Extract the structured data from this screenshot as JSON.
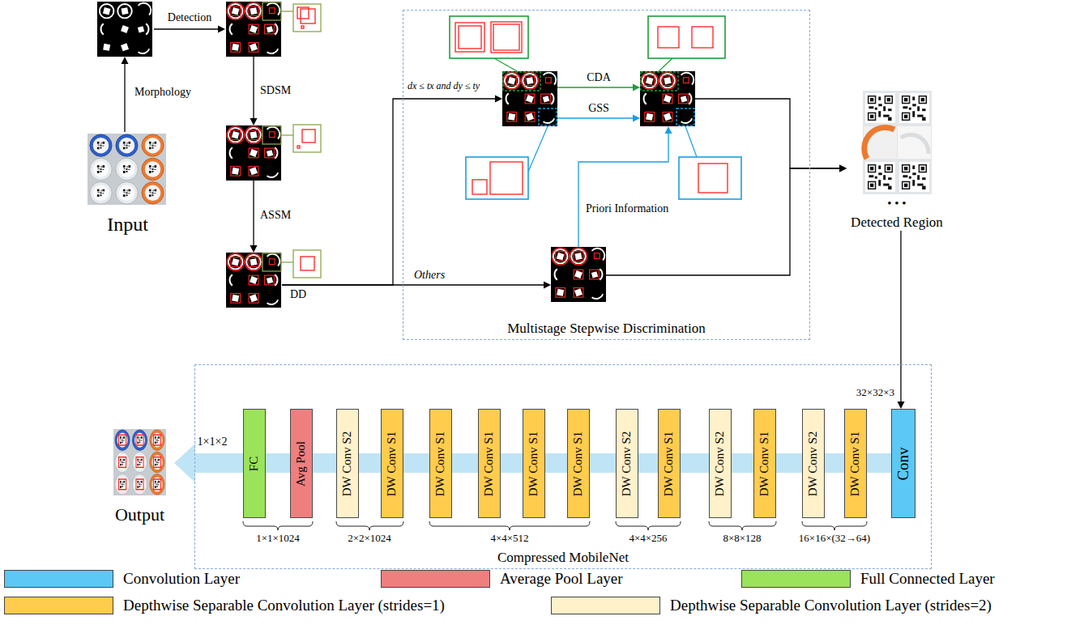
{
  "diagram": {
    "nodes": [
      {
        "text": [
          "Input"
        ]
      },
      {
        "text": []
      },
      {
        "text": []
      },
      {
        "text": []
      },
      {
        "text": []
      },
      {
        "text": [
          "Multistage Stepwise Discrimination"
        ]
      },
      {
        "text": [],
        "in": 5
      },
      {
        "text": [],
        "in": 5
      },
      {
        "text": [],
        "in": 5
      },
      {
        "text": [
          "Detected Region"
        ]
      },
      {
        "text": [
          "Compressed MobileNet"
        ]
      },
      {
        "text": [
          "Conv"
        ],
        "in": 10
      },
      {
        "text": [
          "DW Conv S1"
        ],
        "in": 10
      },
      {
        "text": [
          "DW Conv S2"
        ],
        "in": 10
      },
      {
        "text": [
          "DW Conv S1"
        ],
        "in": 10
      },
      {
        "text": [
          "DW Conv S2"
        ],
        "in": 10
      },
      {
        "text": [
          "DW Conv S1"
        ],
        "in": 10
      },
      {
        "text": [
          "DW Conv S2"
        ],
        "in": 10
      },
      {
        "text": [
          "DW Conv S1"
        ],
        "in": 10
      },
      {
        "text": [
          "DW Conv S1"
        ],
        "in": 10
      },
      {
        "text": [
          "DW Conv S1"
        ],
        "in": 10
      },
      {
        "text": [
          "DW Conv S1"
        ],
        "in": 10
      },
      {
        "text": [
          "DW Conv S1"
        ],
        "in": 10
      },
      {
        "text": [
          "DW Conv S2"
        ],
        "in": 10
      },
      {
        "text": [
          "Avg Pool"
        ],
        "in": 10
      },
      {
        "text": [
          "FC"
        ],
        "in": 10
      },
      {
        "text": [
          "Output"
        ]
      }
    ],
    "edges": [
      {
        "from": 0,
        "to": 1,
        "label": "Morphology",
        "arrow": "to"
      },
      {
        "from": 1,
        "to": 2,
        "label": "Detection",
        "arrow": "to"
      },
      {
        "from": 2,
        "to": 3,
        "label": "SDSM",
        "arrow": "to"
      },
      {
        "from": 3,
        "to": 4,
        "label": "ASSM",
        "arrow": "to"
      },
      {
        "from": 4,
        "to": 6,
        "label": "dx ≤ tx and dy ≤ ty",
        "arrow": "to"
      },
      {
        "from": 4,
        "to": 8,
        "label": "Others",
        "arrow": "to"
      },
      {
        "from": 6,
        "to": 7,
        "label": "CDA",
        "arrow": "to"
      },
      {
        "from": 6,
        "to": 7,
        "label": "GSS",
        "arrow": "to"
      },
      {
        "from": 8,
        "to": 7,
        "label": "Priori Information",
        "arrow": "to"
      },
      {
        "from": 7,
        "to": 9,
        "arrow": "to"
      },
      {
        "from": 8,
        "to": 9,
        "arrow": "to"
      },
      {
        "from": 9,
        "to": 11,
        "arrow": "to"
      },
      {
        "from": 11,
        "to": 12,
        "arrow": "none"
      },
      {
        "from": 12,
        "to": 13,
        "arrow": "none"
      },
      {
        "from": 13,
        "to": 14,
        "arrow": "none"
      },
      {
        "from": 14,
        "to": 15,
        "arrow": "none"
      },
      {
        "from": 15,
        "to": 16,
        "arrow": "none"
      },
      {
        "from": 16,
        "to": 17,
        "arrow": "none"
      },
      {
        "from": 17,
        "to": 18,
        "arrow": "none"
      },
      {
        "from": 18,
        "to": 19,
        "arrow": "none"
      },
      {
        "from": 19,
        "to": 20,
        "arrow": "none"
      },
      {
        "from": 20,
        "to": 21,
        "arrow": "none"
      },
      {
        "from": 21,
        "to": 22,
        "arrow": "none"
      },
      {
        "from": 22,
        "to": 23,
        "arrow": "none"
      },
      {
        "from": 23,
        "to": 24,
        "arrow": "none"
      },
      {
        "from": 24,
        "to": 25,
        "arrow": "none"
      },
      {
        "from": 25,
        "to": 26,
        "arrow": "to"
      }
    ],
    "labels": [
      "DD",
      "• • •",
      "32×32×3",
      "1×1×2",
      "1×1×1024",
      "2×2×1024",
      "4×4×512",
      "4×4×256",
      "8×8×128",
      "16×16×(32→64)"
    ],
    "legend": [
      {
        "text": "Convolution Layer",
        "color": "#5bc8f5"
      },
      {
        "text": "Average Pool Layer",
        "color": "#ef7f7f"
      },
      {
        "text": "Full Connected Layer",
        "color": "#9be35a"
      },
      {
        "text": "Depthwise Separable Convolution Layer (strides=1)",
        "color": "#ffcc4d"
      },
      {
        "text": "Depthwise Separable Convolution Layer (strides=2)",
        "color": "#fff1c9"
      }
    ]
  }
}
